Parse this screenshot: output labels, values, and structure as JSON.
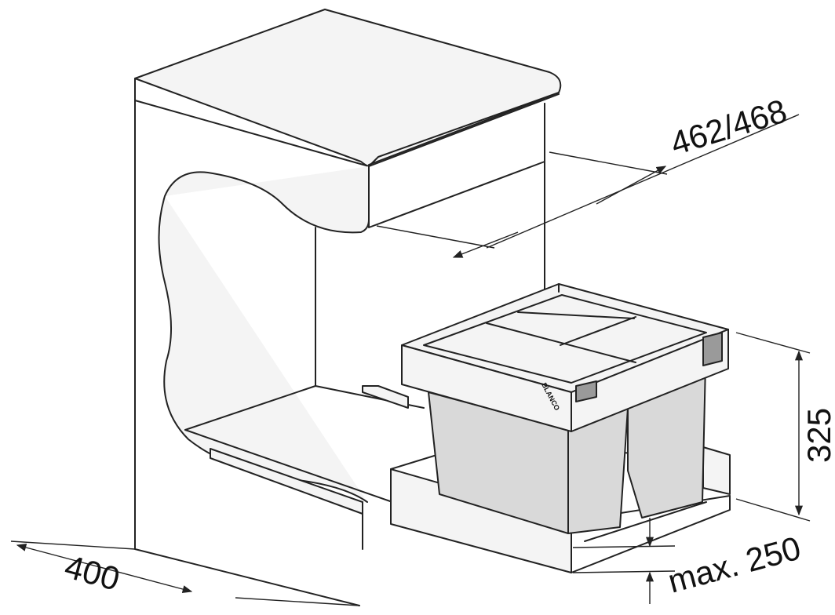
{
  "labels": {
    "width": "400",
    "depth": "462/468",
    "height": "325",
    "min_height": "max. 250",
    "brand": "BLANCO"
  }
}
